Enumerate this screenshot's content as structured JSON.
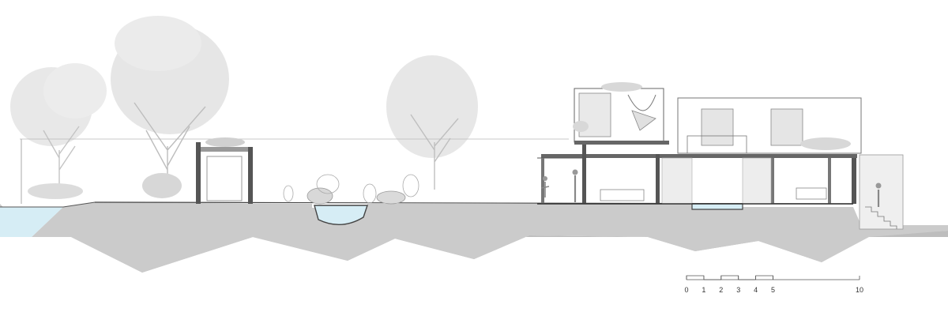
{
  "drawing": {
    "colors": {
      "ground": "#cccccc",
      "ground_lower": "#bcbcbc",
      "water": "#d8eef6",
      "water_edge": "#555555",
      "line": "#6a6a6a",
      "tree": "#c9c9c9",
      "foliage": "#dedede",
      "dark": "#777777"
    }
  },
  "scale_bar": {
    "ticks": [
      {
        "label": "0",
        "value": 0
      },
      {
        "label": "1",
        "value": 1
      },
      {
        "label": "2",
        "value": 2
      },
      {
        "label": "3",
        "value": 3
      },
      {
        "label": "4",
        "value": 4
      },
      {
        "label": "5",
        "value": 5
      },
      {
        "label": "10",
        "value": 10
      }
    ],
    "max": 10
  }
}
